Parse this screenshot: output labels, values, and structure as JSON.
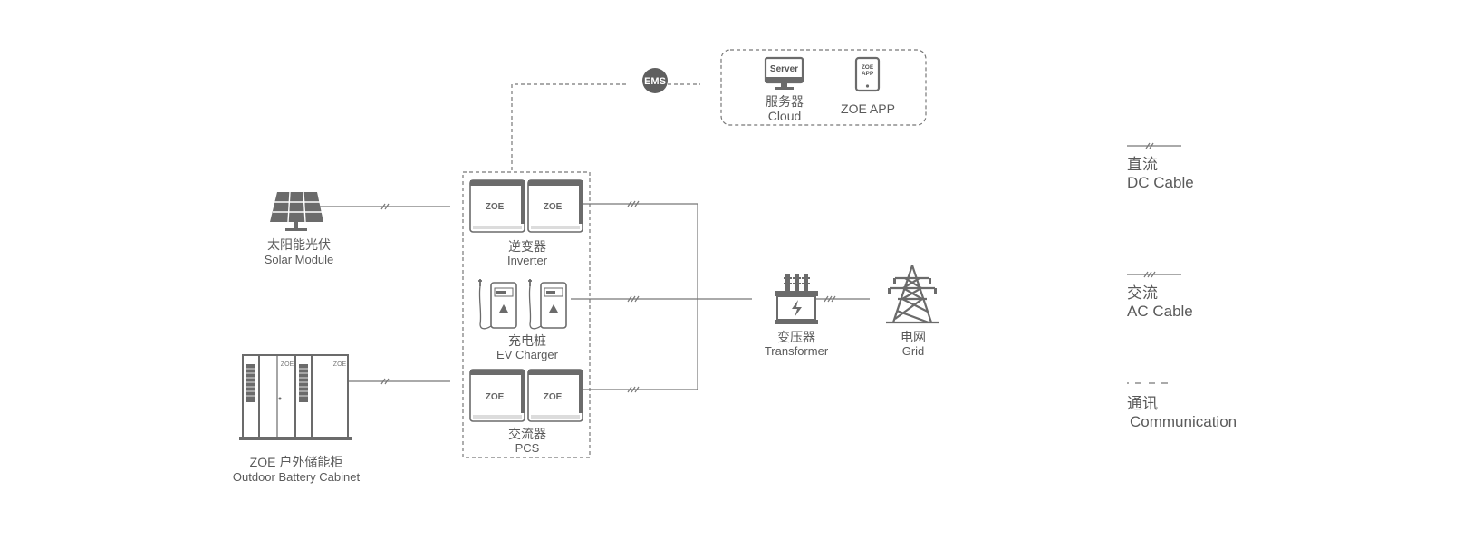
{
  "nodes": {
    "solar": {
      "zh": "太阳能光伏",
      "en": "Solar Module"
    },
    "battery": {
      "zh": "ZOE 户外储能柜",
      "en": "Outdoor Battery Cabinet",
      "unit_logo": "ZOE"
    },
    "inverter": {
      "zh": "逆变器",
      "en": "Inverter",
      "unit_logo": "ZOE"
    },
    "charger": {
      "zh": "充电桩",
      "en": "EV Charger"
    },
    "pcs": {
      "zh": "交流器",
      "en": "PCS",
      "unit_logo": "ZOE"
    },
    "transformer": {
      "zh": "变压器",
      "en": "Transformer"
    },
    "grid": {
      "zh": "电网",
      "en": "Grid"
    },
    "server": {
      "screen": "Server",
      "zh": "服务器",
      "en": "Cloud"
    },
    "app": {
      "screen_line1": "ZOE",
      "screen_line2": "APP",
      "label": "ZOE APP"
    },
    "ems": {
      "label": "EMS"
    }
  },
  "legend": {
    "dc": {
      "zh": "直流",
      "en": "DC Cable"
    },
    "ac": {
      "zh": "交流",
      "en": "AC Cable"
    },
    "comm": {
      "zh": "通讯",
      "en": "Communication"
    }
  },
  "colors": {
    "line": "#777777",
    "device": "#6b6b6b",
    "text": "#5a5a5a"
  }
}
